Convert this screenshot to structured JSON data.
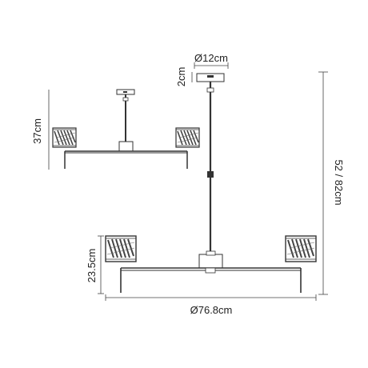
{
  "dimensions": {
    "canopy_diameter": "Ø12cm",
    "canopy_height": "2cm",
    "compact_height": "37cm",
    "adjustable_height": "52 / 82cm",
    "arm_height": "23.5cm",
    "overall_diameter": "Ø76.8cm"
  },
  "colors": {
    "line": "#333333",
    "shade": "#555555",
    "background": "#ffffff"
  }
}
